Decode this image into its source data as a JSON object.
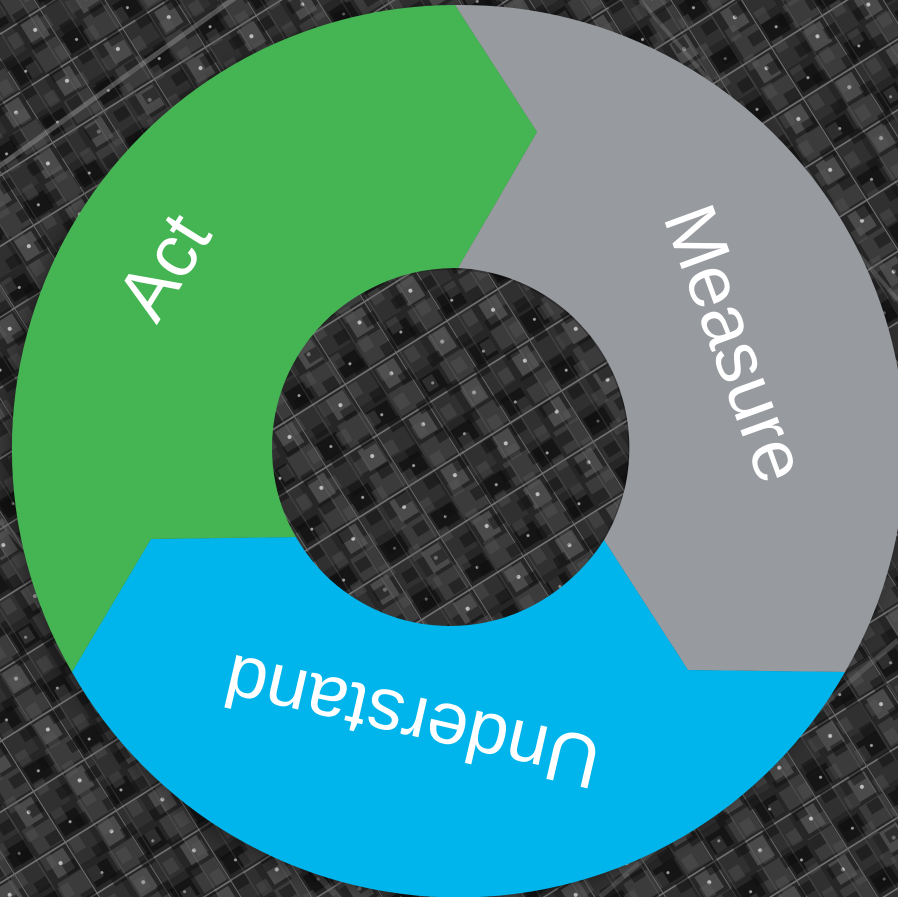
{
  "cycle": {
    "stages": [
      {
        "id": "act",
        "label": "Act",
        "color": "#44b553"
      },
      {
        "id": "measure",
        "label": "Measure",
        "color": "#979a9f"
      },
      {
        "id": "understand",
        "label": "Understand",
        "color": "#05b5eb"
      }
    ]
  },
  "background": {
    "description_colors": [
      "#1c1c1c",
      "#3a3a3a",
      "#6b6b6b"
    ]
  }
}
